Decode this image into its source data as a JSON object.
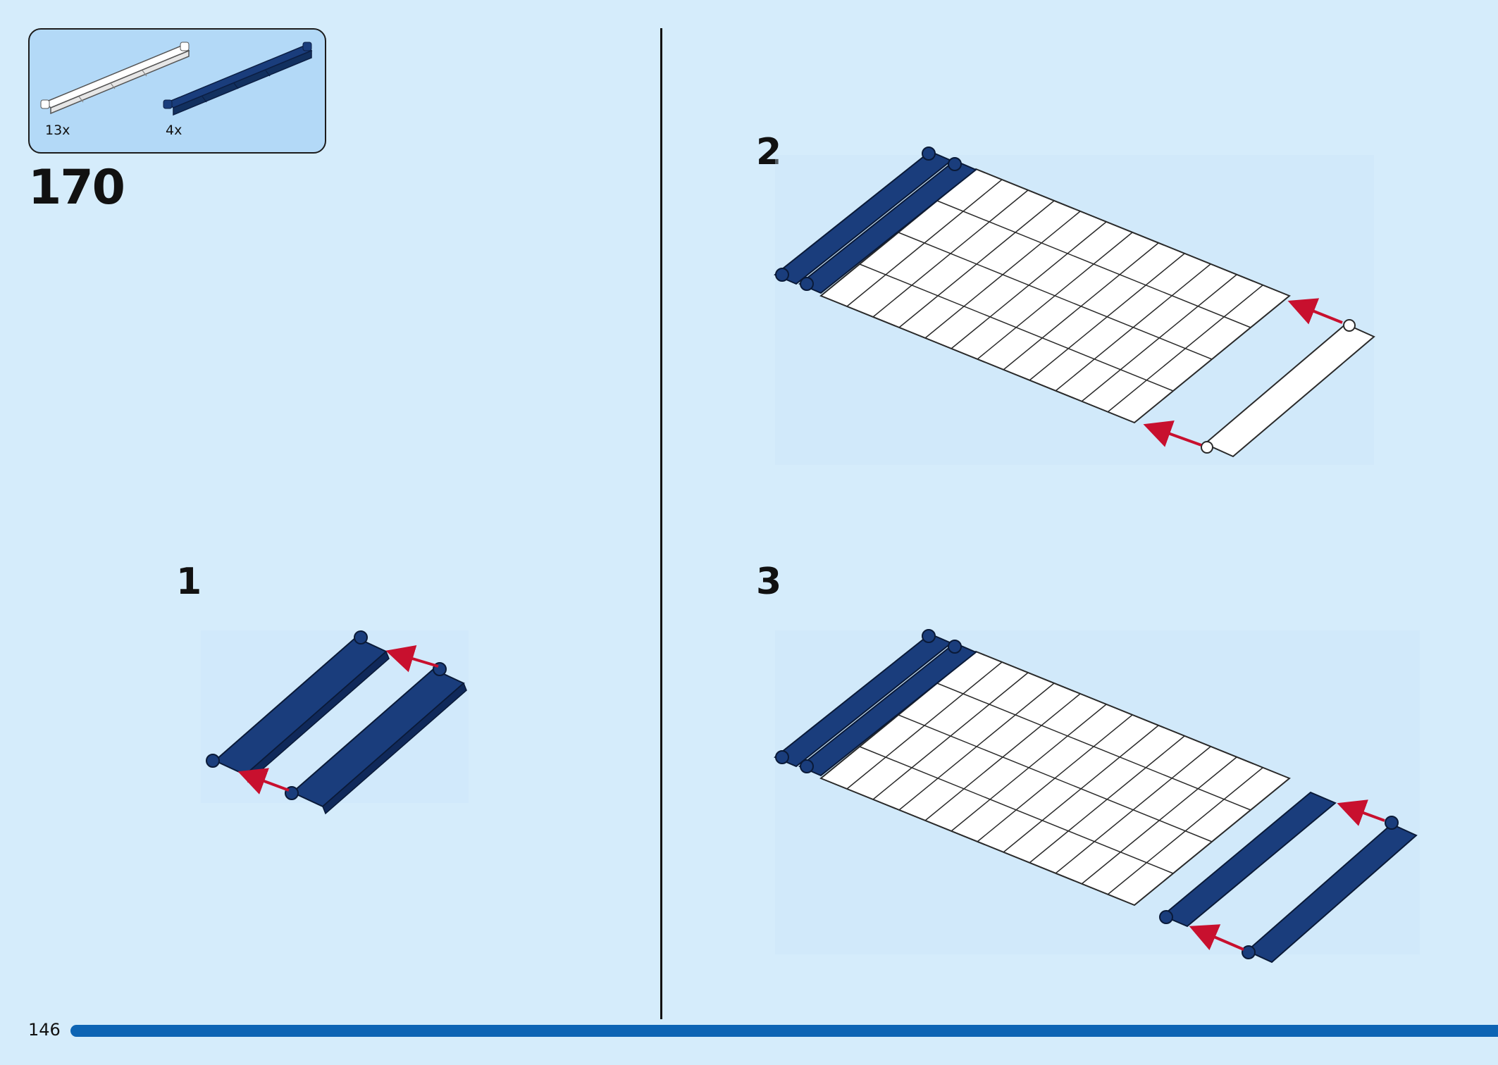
{
  "parts_callout": {
    "items": [
      {
        "name": "white-window-frame",
        "quantity": "13x",
        "color": "#ffffff"
      },
      {
        "name": "dark-blue-window-frame",
        "quantity": "4x",
        "color": "#1a3d7c"
      }
    ]
  },
  "main_step_number": "170",
  "sub_steps": [
    {
      "number": "1"
    },
    {
      "number": "2"
    },
    {
      "number": "3"
    }
  ],
  "page_number": "146",
  "colors": {
    "background": "#d5ecfb",
    "dark_blue_part": "#1a3d7c",
    "white_part": "#ffffff",
    "arrow": "#c8102e",
    "footer_bar": "#0d64b4"
  }
}
